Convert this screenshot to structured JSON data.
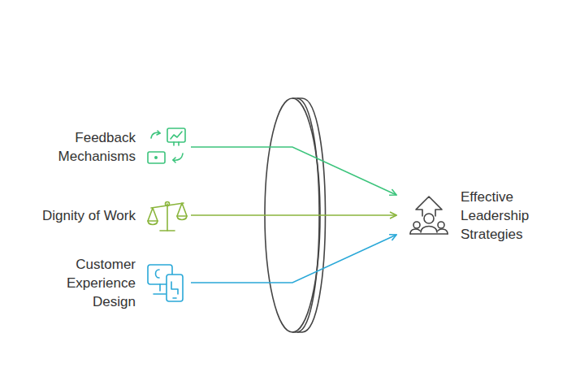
{
  "diagram": {
    "nodes": [
      {
        "text": [
          "Feedback Mechanisms"
        ]
      },
      {
        "text": [
          "Dignity of Work"
        ]
      },
      {
        "text": [
          "Customer Experience Design"
        ]
      },
      {
        "text": [
          "Effective Leadership Strategies"
        ]
      }
    ],
    "edges": [
      {
        "from": 0,
        "to": 3,
        "arrow": "to"
      },
      {
        "from": 1,
        "to": 3,
        "arrow": "to"
      },
      {
        "from": 2,
        "to": 3,
        "arrow": "to"
      }
    ]
  }
}
